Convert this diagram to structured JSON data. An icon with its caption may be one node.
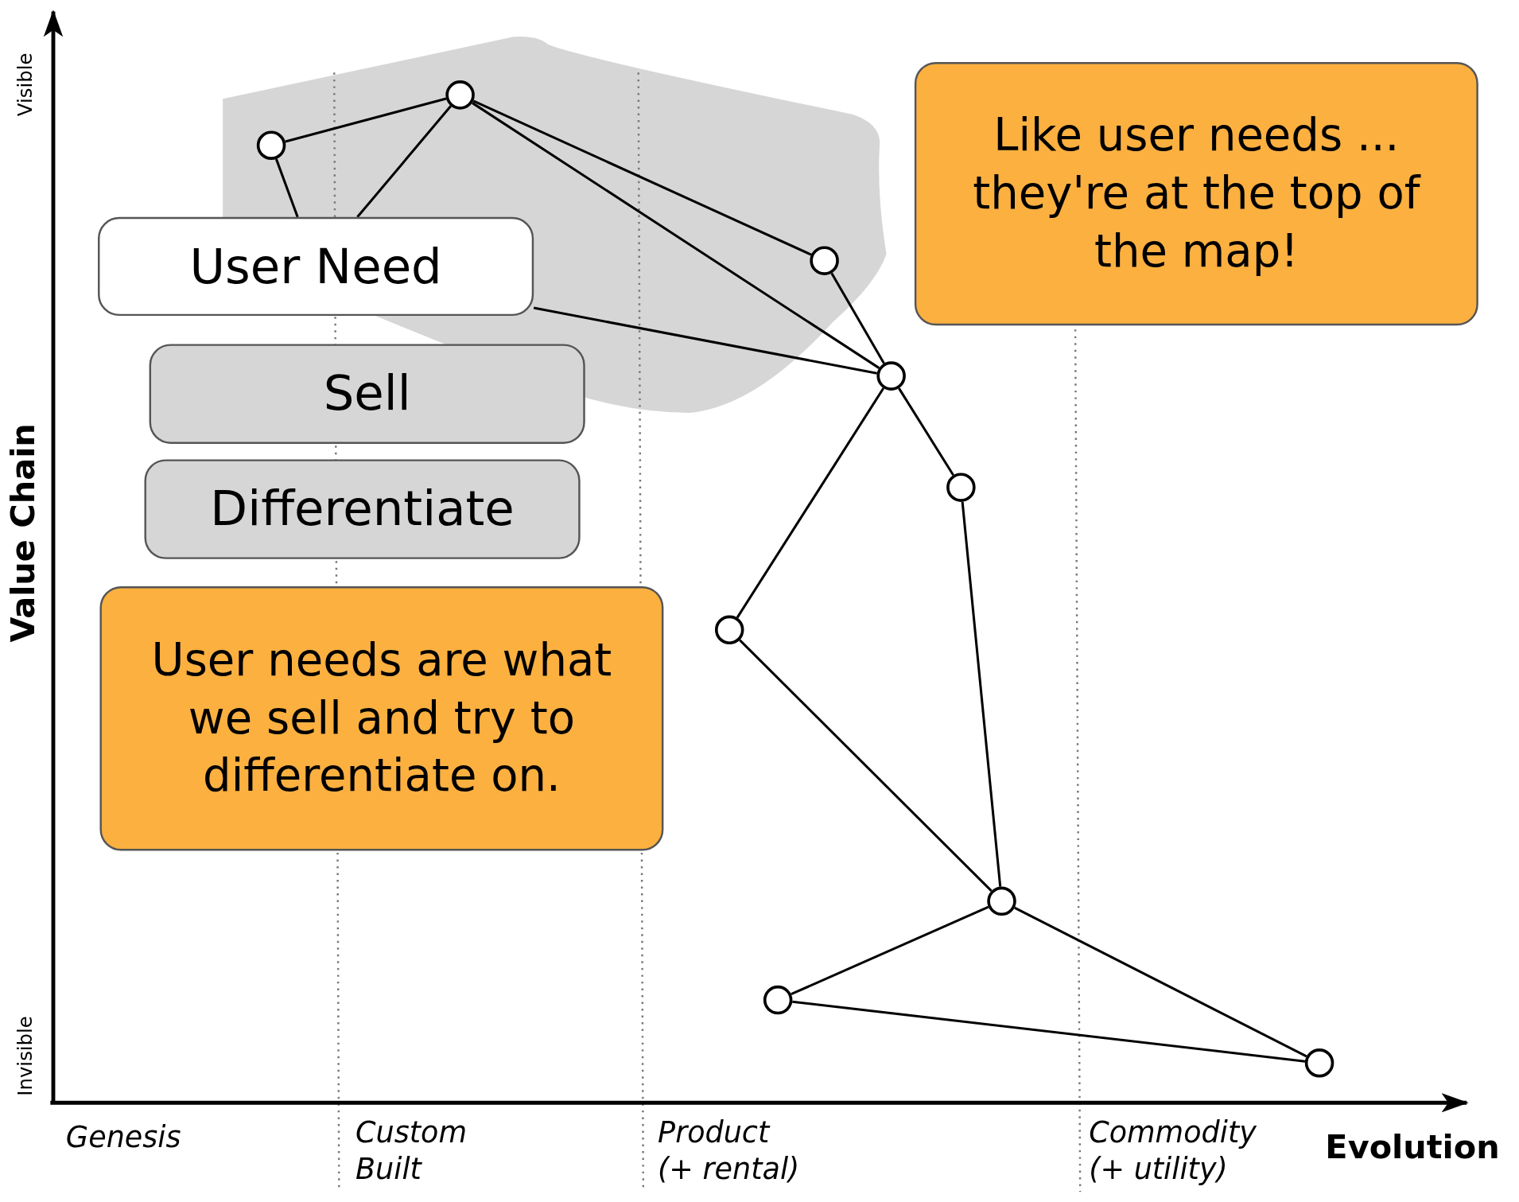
{
  "diagram": {
    "nodes": [
      {
        "text": [],
        "shape": "circle"
      },
      {
        "text": [],
        "shape": "circle"
      },
      {
        "text": [
          "Like user needs ... they're at the top of the map!"
        ]
      },
      {
        "text": [
          "User Need"
        ]
      },
      {
        "text": [],
        "shape": "circle"
      },
      {
        "text": [],
        "shape": "circle"
      },
      {
        "text": [
          "Sell"
        ]
      },
      {
        "text": [],
        "shape": "circle"
      },
      {
        "text": [
          "Differentiate"
        ]
      },
      {
        "text": [
          "User needs are what we sell and try to differentiate on."
        ]
      },
      {
        "text": [],
        "shape": "circle"
      },
      {
        "text": [],
        "shape": "circle"
      },
      {
        "text": [],
        "shape": "circle"
      },
      {
        "text": [],
        "shape": "circle"
      }
    ],
    "edges": [
      {
        "from": 0,
        "to": 1,
        "arrow": "none"
      },
      {
        "from": 0,
        "to": 3,
        "arrow": "none"
      },
      {
        "from": 1,
        "to": 3,
        "arrow": "none"
      },
      {
        "from": 1,
        "to": 4,
        "arrow": "none"
      },
      {
        "from": 1,
        "to": 5,
        "arrow": "none"
      },
      {
        "from": 4,
        "to": 5,
        "arrow": "none"
      },
      {
        "from": 3,
        "to": 5,
        "arrow": "none"
      },
      {
        "from": 5,
        "to": 7,
        "arrow": "none"
      },
      {
        "from": 5,
        "to": 10,
        "arrow": "none"
      },
      {
        "from": 7,
        "to": 11,
        "arrow": "none"
      },
      {
        "from": 10,
        "to": 11,
        "arrow": "none"
      },
      {
        "from": 11,
        "to": 12,
        "arrow": "none"
      },
      {
        "from": 11,
        "to": 13,
        "arrow": "none"
      },
      {
        "from": 12,
        "to": 13,
        "arrow": "none"
      }
    ],
    "labels": [
      "Visible",
      "Invisible",
      "Value Chain",
      "Genesis",
      "Custom Built",
      "Product (+ rental)",
      "Commodity (+ utility)",
      "Evolution"
    ]
  }
}
